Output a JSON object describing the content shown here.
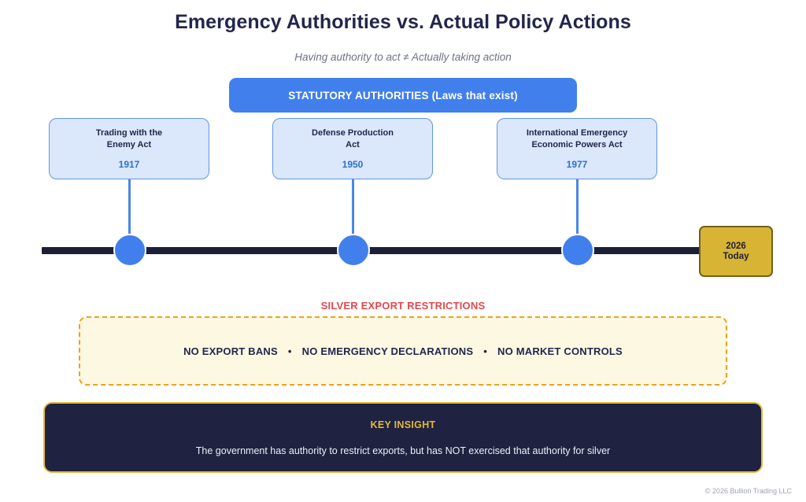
{
  "header": {
    "title": "Emergency Authorities vs. Actual Policy Actions",
    "subtitle": "Having authority to act  ≠  Actually taking action"
  },
  "banner": {
    "label": "STATUTORY AUTHORITIES (Laws that exist)",
    "color": "#4180ec"
  },
  "timeline": {
    "axis_color": "#1d1f37",
    "node_color": "#4180ec",
    "laws": [
      {
        "name": "Trading with the\nEnemy Act",
        "name_line1": "Trading with the",
        "name_line2": "Enemy Act",
        "year": "1917"
      },
      {
        "name": "Defense Production\nAct",
        "name_line1": "Defense Production",
        "name_line2": "Act",
        "year": "1950"
      },
      {
        "name": "International Emergency\nEconomic Powers Act",
        "name_line1": "International Emergency",
        "name_line2": "Economic Powers Act",
        "year": "1977"
      }
    ],
    "today": {
      "year": "2026",
      "label": "Today",
      "color": "#d8b434"
    }
  },
  "restrictions": {
    "heading": "SILVER EXPORT RESTRICTIONS",
    "heading_color": "#e2484c",
    "border_color": "#f0a020",
    "separator": "•",
    "items": [
      "NO EXPORT BANS",
      "NO EMERGENCY DECLARATIONS",
      "NO MARKET CONTROLS"
    ]
  },
  "insight": {
    "title": "KEY INSIGHT",
    "body": "The government has authority to restrict exports, but has NOT exercised that authority for silver",
    "accent_color": "#e3b93c",
    "background_color": "#1f2240"
  },
  "footer": {
    "credit": "© 2026 Bullion Trading LLC"
  }
}
